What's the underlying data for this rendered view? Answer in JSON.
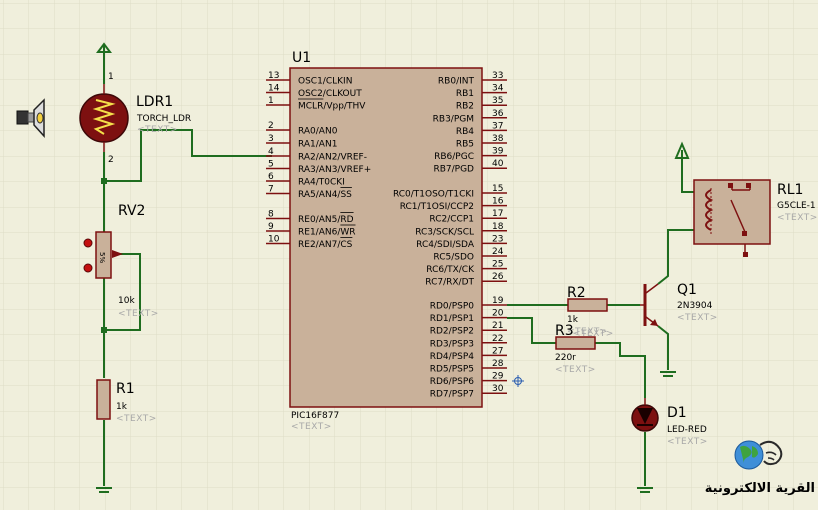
{
  "colors": {
    "background": "#f0efdc",
    "grid": "#dedcc6",
    "wire": "#1f6d1f",
    "component_outline": "#7d1010",
    "component_fill": "#c9b19a",
    "placeholder_text": "#a8a8a8",
    "junction": "#1f6d1f",
    "led_red": "#c41010"
  },
  "mcu": {
    "ref": "U1",
    "part": "PIC16F877",
    "text": "<TEXT>",
    "left_pins": [
      {
        "num": "13",
        "label": "OSC1/CLKIN",
        "over": ""
      },
      {
        "num": "14",
        "label": "OSC2/CLKOUT",
        "over": ""
      },
      {
        "num": "1",
        "label": "MCLR/Vpp/THV",
        "over": "MCLR"
      },
      {
        "num": "2",
        "label": "RA0/AN0",
        "over": ""
      },
      {
        "num": "3",
        "label": "RA1/AN1",
        "over": ""
      },
      {
        "num": "4",
        "label": "RA2/AN2/VREF-",
        "over": ""
      },
      {
        "num": "5",
        "label": "RA3/AN3/VREF+",
        "over": ""
      },
      {
        "num": "6",
        "label": "RA4/T0CKI",
        "over": ""
      },
      {
        "num": "7",
        "label": "RA5/AN4/SS",
        "over": "SS"
      },
      {
        "num": "8",
        "label": "RE0/AN5/RD",
        "over": "RD"
      },
      {
        "num": "9",
        "label": "RE1/AN6/WR",
        "over": "WR"
      },
      {
        "num": "10",
        "label": "RE2/AN7/CS",
        "over": "CS"
      }
    ],
    "right_pins": [
      {
        "num": "33",
        "label": "RB0/INT"
      },
      {
        "num": "34",
        "label": "RB1"
      },
      {
        "num": "35",
        "label": "RB2"
      },
      {
        "num": "36",
        "label": "RB3/PGM"
      },
      {
        "num": "37",
        "label": "RB4"
      },
      {
        "num": "38",
        "label": "RB5"
      },
      {
        "num": "39",
        "label": "RB6/PGC"
      },
      {
        "num": "40",
        "label": "RB7/PGD"
      },
      {
        "num": "15",
        "label": "RC0/T1OSO/T1CKI"
      },
      {
        "num": "16",
        "label": "RC1/T1OSI/CCP2"
      },
      {
        "num": "17",
        "label": "RC2/CCP1"
      },
      {
        "num": "18",
        "label": "RC3/SCK/SCL"
      },
      {
        "num": "23",
        "label": "RC4/SDI/SDA"
      },
      {
        "num": "24",
        "label": "RC5/SDO"
      },
      {
        "num": "25",
        "label": "RC6/TX/CK"
      },
      {
        "num": "26",
        "label": "RC7/RX/DT"
      },
      {
        "num": "19",
        "label": "RD0/PSP0"
      },
      {
        "num": "20",
        "label": "RD1/PSP1"
      },
      {
        "num": "21",
        "label": "RD2/PSP2"
      },
      {
        "num": "22",
        "label": "RD3/PSP3"
      },
      {
        "num": "27",
        "label": "RD4/PSP4"
      },
      {
        "num": "28",
        "label": "RD5/PSP5"
      },
      {
        "num": "29",
        "label": "RD6/PSP6"
      },
      {
        "num": "30",
        "label": "RD7/PSP7"
      }
    ]
  },
  "ldr": {
    "ref": "LDR1",
    "value": "TORCH_LDR",
    "text": "<TEXT>",
    "pin1": "1",
    "pin2": "2"
  },
  "rv2": {
    "ref": "RV2",
    "value": "10k",
    "text": "<TEXT>",
    "body_label": "5%"
  },
  "r1": {
    "ref": "R1",
    "value": "1k",
    "text": "<TEXT>"
  },
  "r2": {
    "ref": "R2",
    "value": "1k",
    "text": "<TEXT>"
  },
  "r3": {
    "ref": "R3",
    "value": "220r"
  },
  "r3_text": "<TEXT>",
  "q1": {
    "ref": "Q1",
    "value": "2N3904",
    "text": "<TEXT>"
  },
  "rl1": {
    "ref": "RL1",
    "value": "G5CLE-1",
    "text": "<TEXT>"
  },
  "d1": {
    "ref": "D1",
    "value": "LED-RED",
    "text": "<TEXT>"
  },
  "logo": {
    "text": "القرية الالكترونية"
  }
}
